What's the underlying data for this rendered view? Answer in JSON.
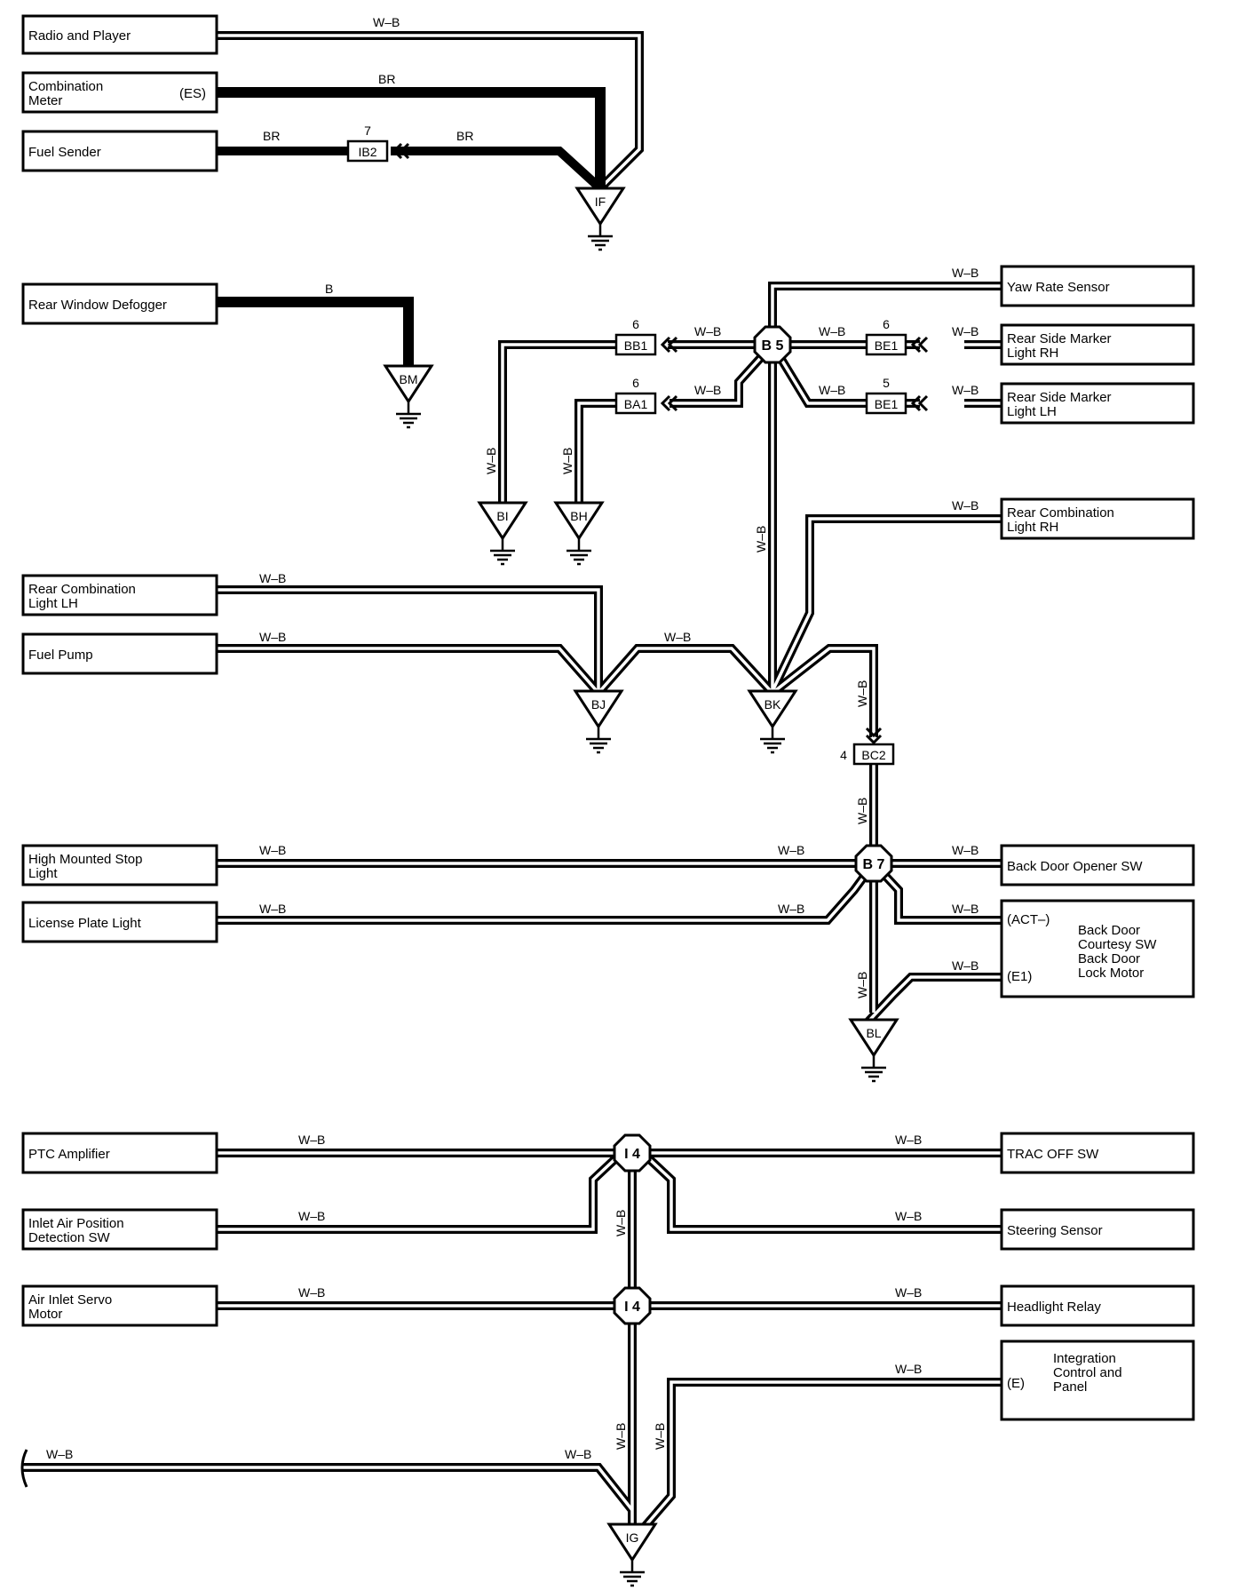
{
  "components": {
    "radio_player": "Radio and Player",
    "combination_meter": [
      "Combination",
      "Meter"
    ],
    "combination_meter_pin": "(ES)",
    "fuel_sender": "Fuel Sender",
    "rear_window_defogger": "Rear Window Defogger",
    "yaw_rate_sensor": "Yaw Rate Sensor",
    "rear_side_marker_rh": [
      "Rear Side Marker",
      "Light RH"
    ],
    "rear_side_marker_lh": [
      "Rear Side Marker",
      "Light LH"
    ],
    "rear_combination_rh": [
      "Rear Combination",
      "Light RH"
    ],
    "rear_combination_lh": [
      "Rear Combination",
      "Light LH"
    ],
    "fuel_pump": "Fuel Pump",
    "high_mounted_stop": [
      "High Mounted Stop",
      "Light"
    ],
    "license_plate": "License Plate Light",
    "back_door_opener": "Back Door Opener SW",
    "back_door_block": [
      "Back Door",
      "Courtesy SW",
      "Back Door",
      "Lock Motor"
    ],
    "back_door_pin_act": "(ACT–)",
    "back_door_pin_e1": "(E1)",
    "ptc_amplifier": "PTC Amplifier",
    "inlet_air_position": [
      "Inlet Air Position",
      "Detection SW"
    ],
    "air_inlet_servo": [
      "Air Inlet Servo",
      "Motor"
    ],
    "trac_off": "TRAC OFF SW",
    "steering_sensor": "Steering Sensor",
    "headlight_relay": "Headlight Relay",
    "integration_panel": [
      "Integration",
      "Control and",
      "Panel"
    ],
    "integration_pin": "(E)"
  },
  "wires": {
    "wb": "W–B",
    "br": "BR",
    "b": "B"
  },
  "connectors": {
    "ib2": "IB2",
    "ib2_pin": "7",
    "bb1": "BB1",
    "bb1_pin": "6",
    "ba1": "BA1",
    "ba1_pin": "6",
    "be1_rh": "BE1",
    "be1_rh_pin": "6",
    "be1_lh": "BE1",
    "be1_lh_pin": "5",
    "bc2": "BC2",
    "bc2_pin": "4"
  },
  "junctions": {
    "b5": "B 5",
    "b7": "B 7",
    "i4_top": "I 4",
    "i4_bottom": "I 4"
  },
  "grounds": {
    "if": "IF",
    "bm": "BM",
    "bi": "BI",
    "bh": "BH",
    "bj": "BJ",
    "bk": "BK",
    "bl": "BL",
    "ig": "IG"
  }
}
